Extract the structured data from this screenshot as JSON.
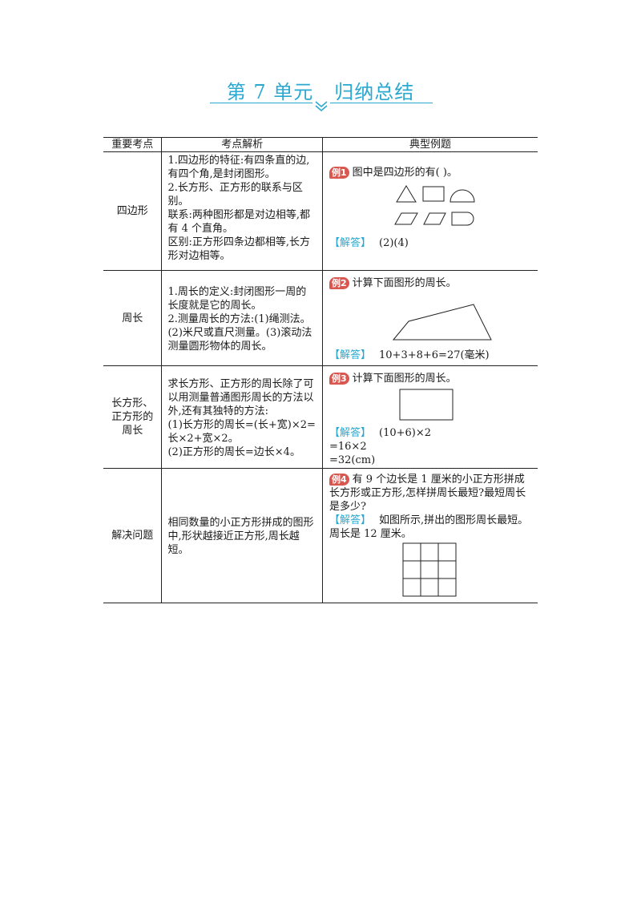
{
  "title": {
    "unit": "第 7 单元",
    "name": "归纳总结"
  },
  "colors": {
    "accent": "#2aa8d0",
    "badge": "#d8574f"
  },
  "table": {
    "headers": [
      "重要考点",
      "考点解析",
      "典型例题"
    ],
    "rows": [
      {
        "topic": "四边形",
        "analysis": [
          "1.四边形的特征:有四条直的边,有四个角,是封闭图形。",
          "2.长方形、正方形的联系与区别。",
          "联系:两种图形都是对边相等,都有 4 个直角。",
          "区别:正方形四条边都相等,长方形对边相等。"
        ],
        "example": {
          "badge": "例1",
          "question": "图中是四边形的有(     )。",
          "answer_label": "【解答】",
          "answer": [
            "(2)(4)"
          ]
        }
      },
      {
        "topic": "周长",
        "analysis": [
          "1.周长的定义:封闭图形一周的长度就是它的周长。",
          "2.测量周长的方法:(1)绳测法。(2)米尺或直尺测量。(3)滚动法测量圆形物体的周长。"
        ],
        "example": {
          "badge": "例2",
          "question": "计算下面图形的周长。",
          "answer_label": "【解答】",
          "answer": [
            "10+3+8+6=27(毫米)"
          ]
        }
      },
      {
        "topic": "长方形、正方形的周长",
        "analysis": [
          "求长方形、正方形的周长除了可以用测量普通图形周长的方法以外,还有其独特的方法:",
          "(1)长方形的周长=(长+宽)×2=长×2+宽×2。",
          "(2)正方形的周长=边长×4。"
        ],
        "example": {
          "badge": "例3",
          "question": "计算下面图形的周长。",
          "answer_label": "【解答】",
          "answer": [
            "(10+6)×2",
            "=16×2",
            "=32(cm)"
          ]
        }
      },
      {
        "topic": "解决问题",
        "analysis": [
          "相同数量的小正方形拼成的图形中,形状越接近正方形,周长越短。"
        ],
        "example": {
          "badge": "例4",
          "question": "有 9 个边长是 1 厘米的小正方形拼成长方形或正方形,怎样拼周长最短?最短周长是多少?",
          "answer_label": "【解答】",
          "answer": [
            "如图所示,拼出的图形周长最短。周长是 12 厘米。"
          ]
        }
      }
    ]
  }
}
